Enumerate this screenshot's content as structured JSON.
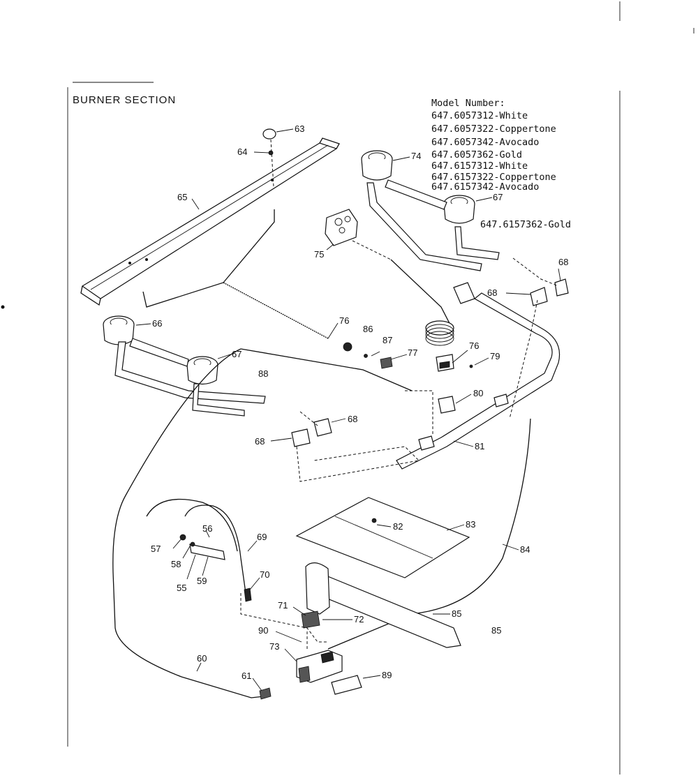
{
  "section_title": "BURNER SECTION",
  "model_heading": "Model Number:",
  "models": [
    "647.6057312-White",
    "647.6057322-Coppertone",
    "647.6057342-Avocado",
    "647.6057362-Gold",
    "647.6157312-White",
    "647.6157322-Coppertone",
    "647.6157342-Avocado",
    "647.6157362-Gold"
  ],
  "callouts": {
    "c63": "63",
    "c64": "64",
    "c65": "65",
    "c66": "66",
    "c67a": "67",
    "c67b": "67",
    "c68a": "68",
    "c68b": "68",
    "c68c": "68",
    "c68d": "68",
    "c74": "74",
    "c75": "75",
    "c76a": "76",
    "c76b": "76",
    "c86": "86",
    "c87": "87",
    "c77": "77",
    "c79": "79",
    "c80": "80",
    "c81": "81",
    "c88": "88",
    "c82": "82",
    "c83": "83",
    "c84": "84",
    "c85a": "85",
    "c85b": "85",
    "c69": "69",
    "c70": "70",
    "c71": "71",
    "c72": "72",
    "c56": "56",
    "c57": "57",
    "c58": "58",
    "c55": "55",
    "c59": "59",
    "c60": "60",
    "c61": "61",
    "c73": "73",
    "c89": "89",
    "c90": "90"
  }
}
